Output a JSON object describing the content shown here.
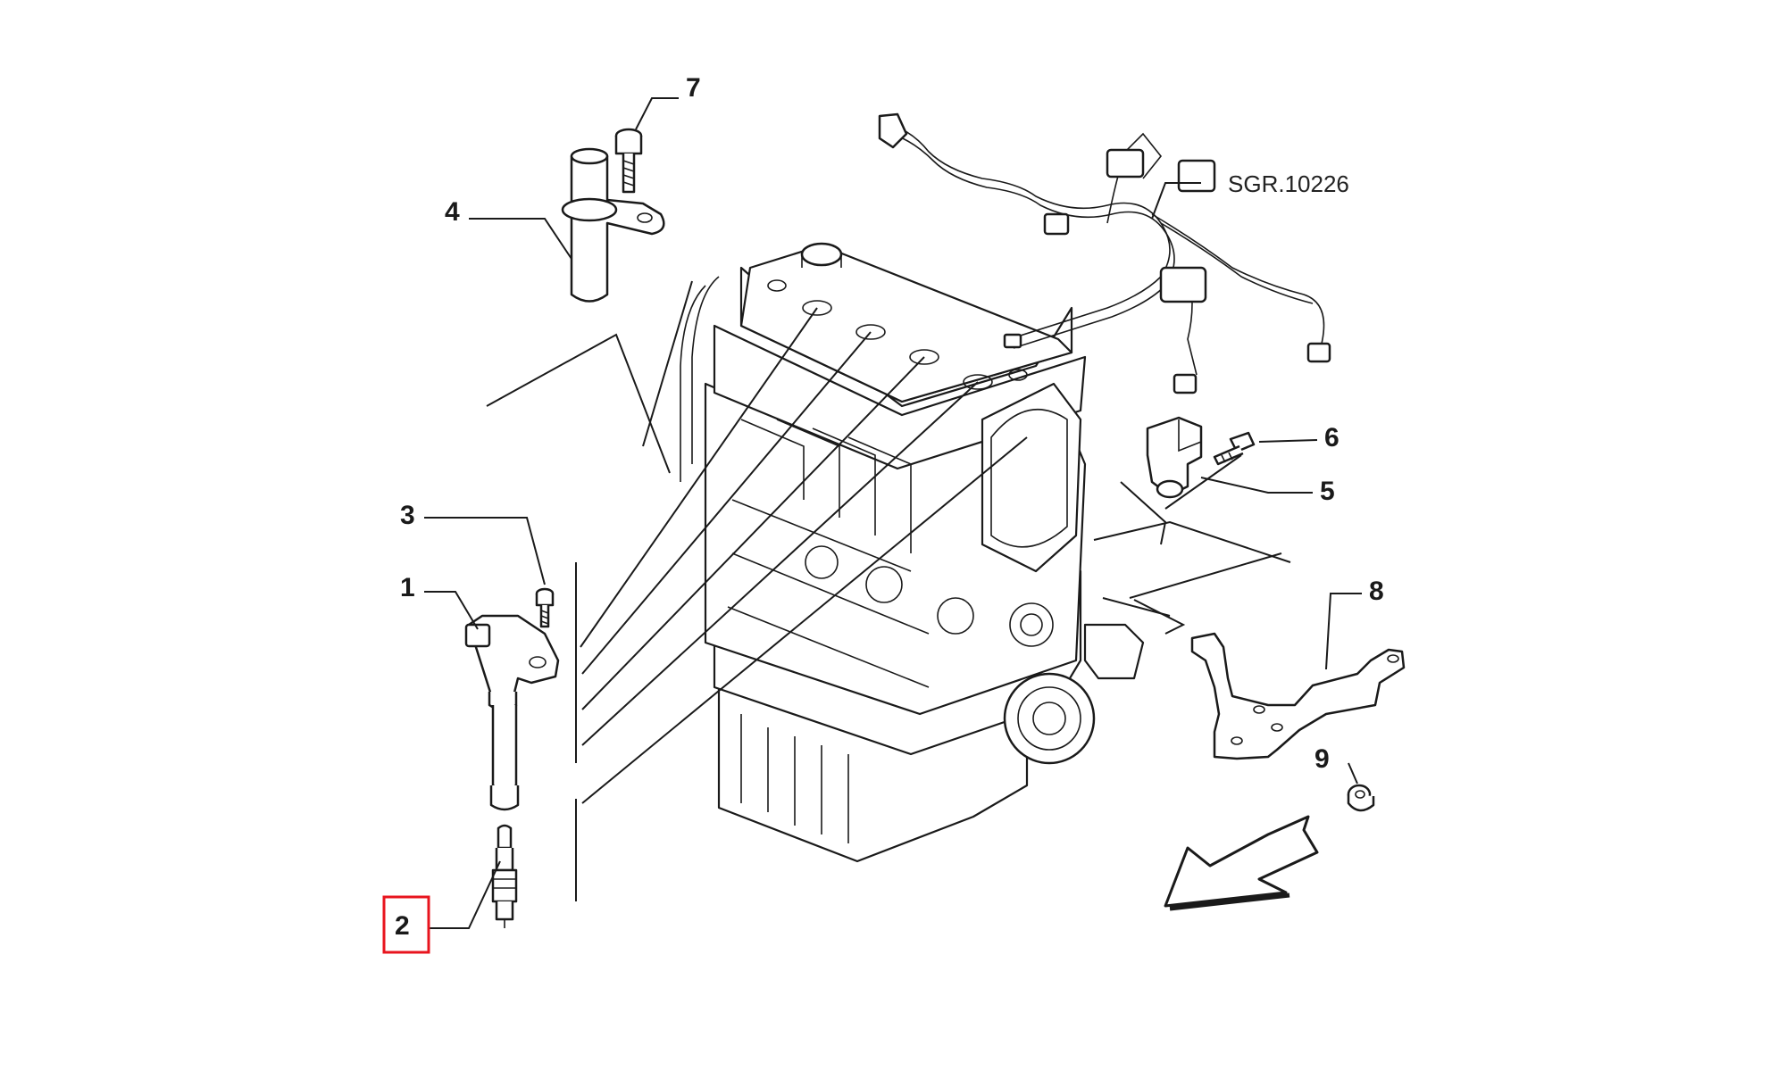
{
  "diagram": {
    "reference_code": "SGR.10226",
    "highlight_color": "#e8141e",
    "callouts": [
      {
        "id": "1",
        "label": "1"
      },
      {
        "id": "2",
        "label": "2",
        "highlighted": true
      },
      {
        "id": "3",
        "label": "3"
      },
      {
        "id": "4",
        "label": "4"
      },
      {
        "id": "5",
        "label": "5"
      },
      {
        "id": "6",
        "label": "6"
      },
      {
        "id": "7",
        "label": "7"
      },
      {
        "id": "8",
        "label": "8"
      },
      {
        "id": "9",
        "label": "9"
      }
    ]
  }
}
